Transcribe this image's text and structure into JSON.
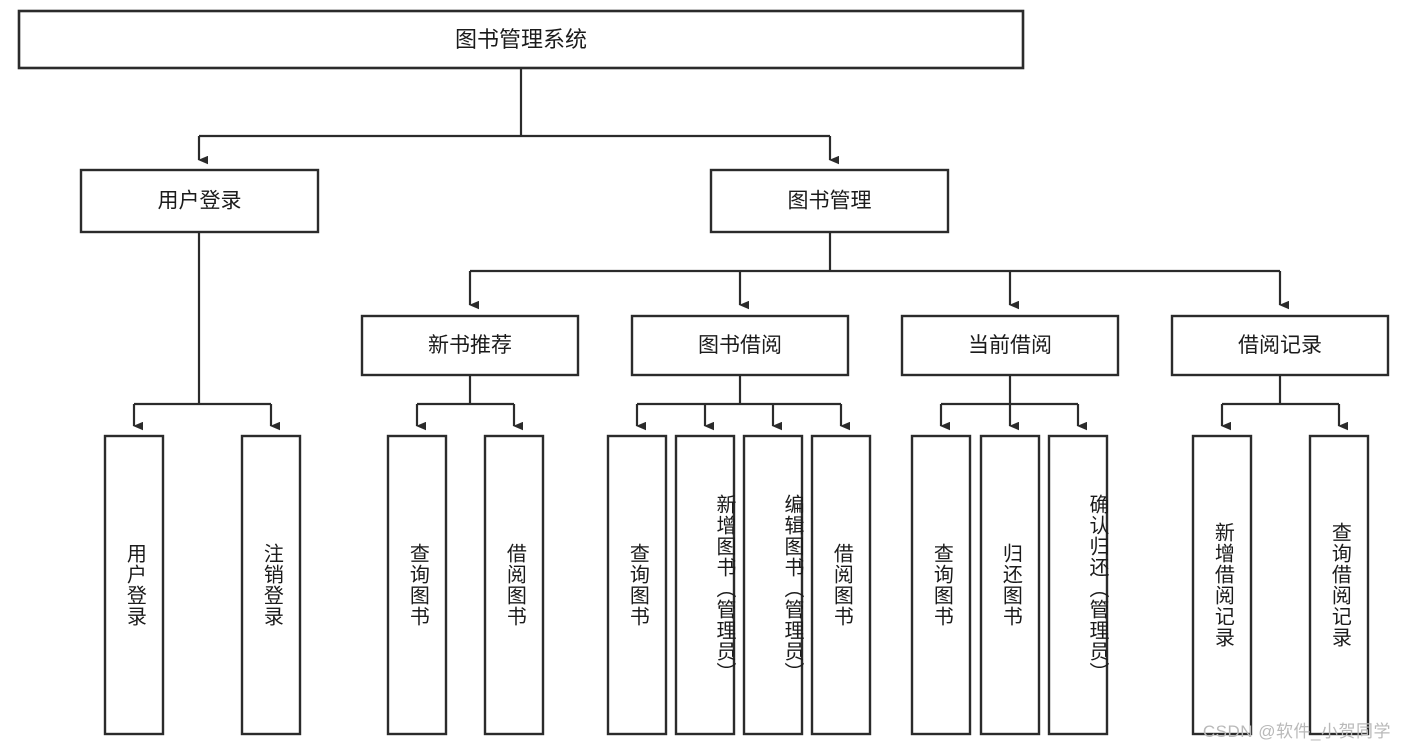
{
  "diagram": {
    "title": "图书管理系统",
    "type": "tree-hierarchy-chart",
    "orientation": "top-down",
    "colors": {
      "box_stroke": "#2b2b2b",
      "box_fill": "#ffffff",
      "connector": "#2b2b2b",
      "text": "#1b1b1b",
      "background": "#ffffff",
      "watermark": "#b9b9b9"
    },
    "root": {
      "label": "图书管理系统"
    },
    "level2": [
      {
        "label": "用户登录"
      },
      {
        "label": "图书管理"
      }
    ],
    "level3": [
      {
        "label": "新书推荐"
      },
      {
        "label": "图书借阅"
      },
      {
        "label": "当前借阅"
      },
      {
        "label": "借阅记录"
      }
    ],
    "leaves": [
      {
        "label": "用户登录",
        "parent": "用户登录"
      },
      {
        "label": "注销登录",
        "parent": "用户登录"
      },
      {
        "label": "查询图书",
        "parent": "新书推荐"
      },
      {
        "label": "借阅图书",
        "parent": "新书推荐"
      },
      {
        "label": "查询图书",
        "parent": "图书借阅"
      },
      {
        "label": "新增图书（管理员）",
        "parent": "图书借阅"
      },
      {
        "label": "编辑图书（管理员）",
        "parent": "图书借阅"
      },
      {
        "label": "借阅图书",
        "parent": "图书借阅"
      },
      {
        "label": "查询图书",
        "parent": "当前借阅"
      },
      {
        "label": "归还图书",
        "parent": "当前借阅"
      },
      {
        "label": "确认归还（管理员）",
        "parent": "当前借阅"
      },
      {
        "label": "新增借阅记录",
        "parent": "借阅记录"
      },
      {
        "label": "查询借阅记录",
        "parent": "借阅记录"
      }
    ]
  },
  "watermark": {
    "text": "CSDN @软件_小贺同学"
  }
}
